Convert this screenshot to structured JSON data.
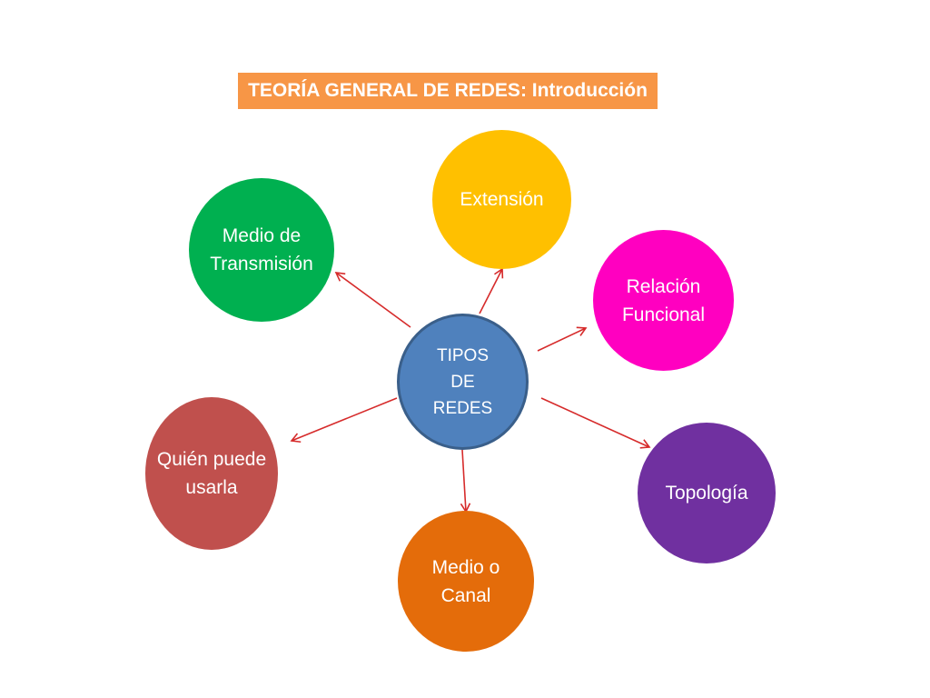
{
  "title": "TEORÍA GENERAL DE REDES: Introducción",
  "center": {
    "lines": [
      "TIPOS",
      "DE",
      "REDES"
    ],
    "color": "#4f81bd"
  },
  "nodes": {
    "extension": {
      "lines": [
        "Extensión"
      ],
      "color": "#ffc000"
    },
    "medio_transmision": {
      "lines": [
        "Medio de",
        "Transmisión"
      ],
      "color": "#00b050"
    },
    "relacion_funcional": {
      "lines": [
        "Relación",
        "Funcional"
      ],
      "color": "#ff00c0"
    },
    "topologia": {
      "lines": [
        "Topología"
      ],
      "color": "#7030a0"
    },
    "medio_canal": {
      "lines": [
        "Medio o",
        "Canal"
      ],
      "color": "#e46c0a"
    },
    "quien_puede_usarla": {
      "lines": [
        "Quién puede",
        "usarla"
      ],
      "color": "#c0504d"
    }
  },
  "arrow_color": "#d62b2b"
}
